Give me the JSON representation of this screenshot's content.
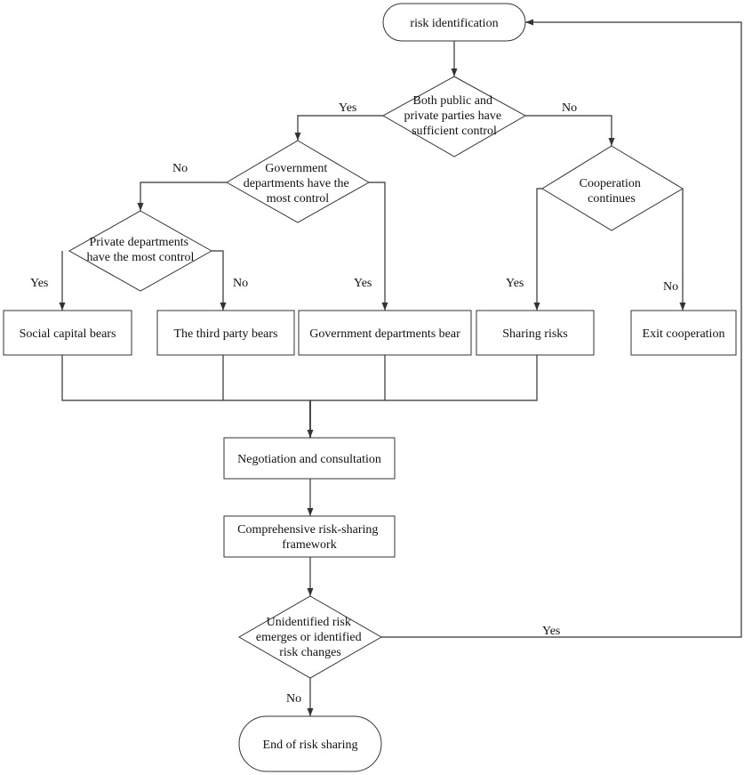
{
  "nodes": {
    "start": "risk identification",
    "d1": [
      "Both public and",
      "private parties have",
      "sufficient control"
    ],
    "d2": [
      "Government",
      "departments have the",
      "most control"
    ],
    "d3": [
      "Private departments",
      "have the most control"
    ],
    "d4": [
      "Cooperation",
      "continues"
    ],
    "b_social": "Social capital bears",
    "b_third": "The third party bears",
    "b_gov": "Government departments bear",
    "b_sharing": "Sharing risks",
    "b_exit": "Exit cooperation",
    "b_negotiation": "Negotiation and consultation",
    "b_framework": [
      "Comprehensive risk-sharing",
      "framework"
    ],
    "d5": [
      "Unidentified risk",
      "emerges or identified",
      "risk changes"
    ],
    "end": "End of risk sharing"
  },
  "labels": {
    "d1_yes": "Yes",
    "d1_no": "No",
    "d2_no": "No",
    "d2_yes": "Yes",
    "d3_yes": "Yes",
    "d3_no": "No",
    "d4_yes": "Yes",
    "d4_no": "No",
    "d5_yes": "Yes",
    "d5_no": "No"
  }
}
